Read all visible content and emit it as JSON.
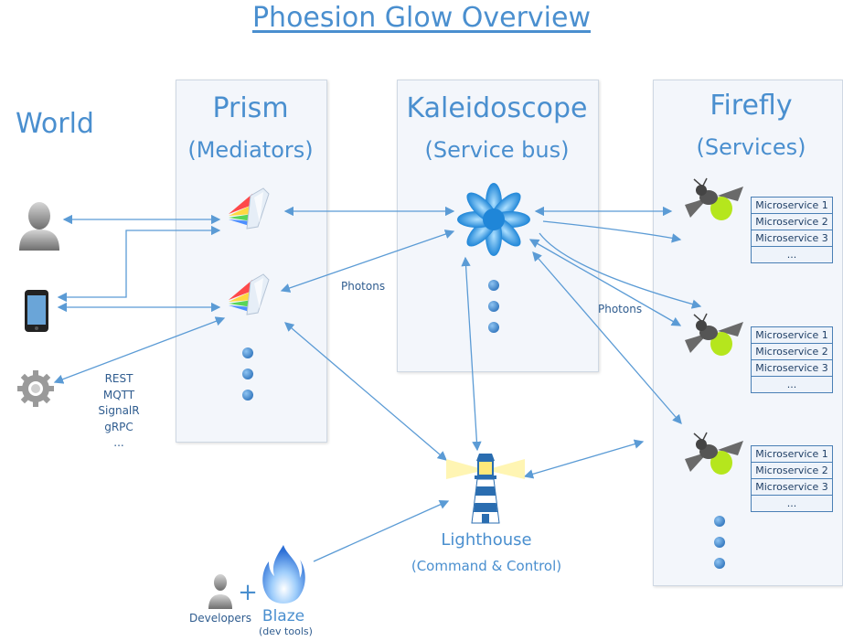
{
  "title": "Phoesion Glow Overview",
  "world": {
    "label": "World"
  },
  "prism": {
    "title": "Prism",
    "subtitle": "(Mediators)"
  },
  "kaleidoscope": {
    "title": "Kaleidoscope",
    "subtitle": "(Service bus)"
  },
  "firefly": {
    "title": "Firefly",
    "subtitle": "(Services)",
    "groups": [
      [
        "Microservice 1",
        "Microservice 2",
        "Microservice 3",
        "..."
      ],
      [
        "Microservice 1",
        "Microservice 2",
        "Microservice 3",
        "..."
      ],
      [
        "Microservice 1",
        "Microservice 2",
        "Microservice 3",
        "..."
      ]
    ]
  },
  "protocols": [
    "REST",
    "MQTT",
    "SignalR",
    "gRPC",
    "..."
  ],
  "photons_left": "Photons",
  "photons_right": "Photons",
  "lighthouse": {
    "title": "Lighthouse",
    "subtitle": "(Command & Control)"
  },
  "developers": "Developers",
  "plus": "+",
  "blaze": {
    "title": "Blaze",
    "subtitle": "(dev tools)"
  },
  "colors": {
    "accent": "#4a8fcf",
    "arrow": "#5b9bd5",
    "panel": "#f3f6fb",
    "firefly_glow": "#b5e61d"
  }
}
